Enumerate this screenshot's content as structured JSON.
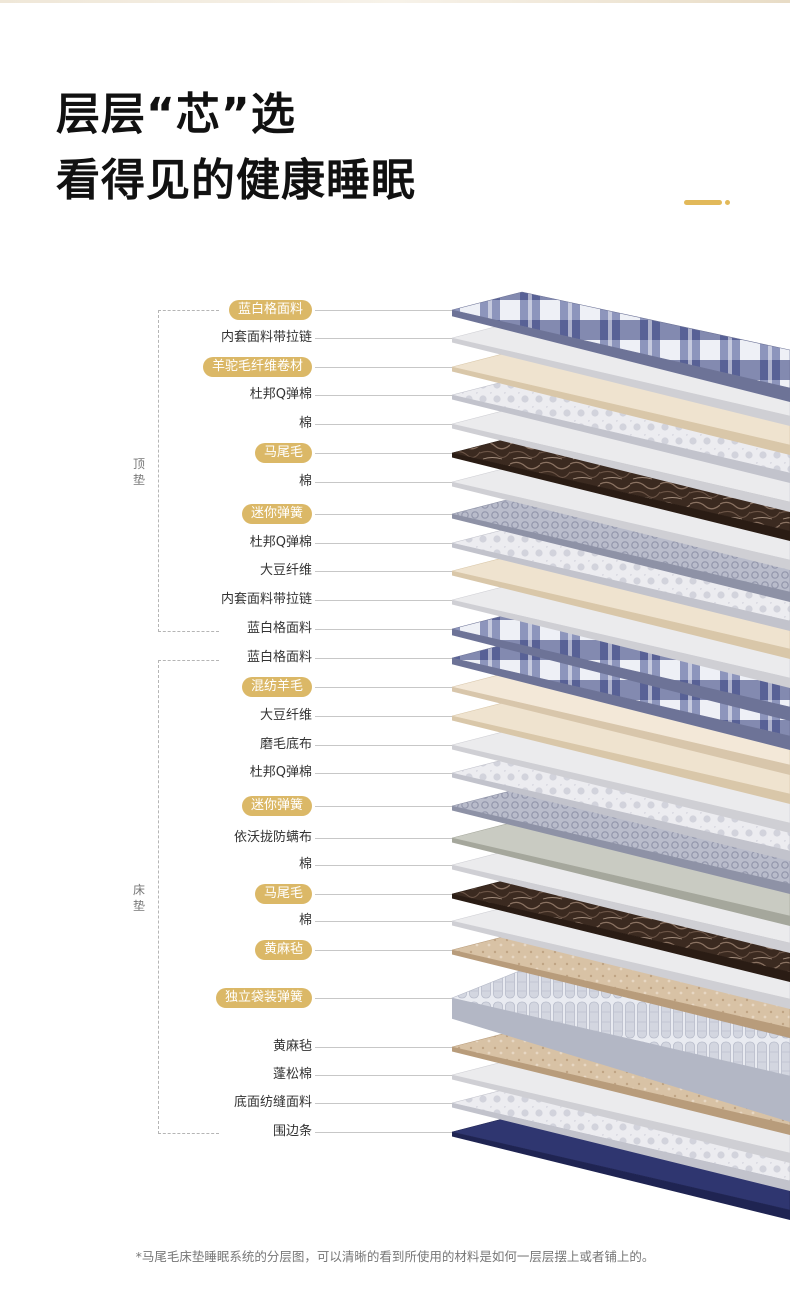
{
  "headline": {
    "line1": "层层“芯”选",
    "line2": "看得见的健康睡眠"
  },
  "accent_color": "#e2b95a",
  "label_highlight_color": "#dbb867",
  "groups": {
    "topper": {
      "label": "顶垫"
    },
    "mattress": {
      "label": "床垫"
    }
  },
  "layers": [
    {
      "label": "蓝白格面料",
      "highlight": true,
      "material": "plaid"
    },
    {
      "label": "内套面料带拉链",
      "highlight": false,
      "material": "white"
    },
    {
      "label": "羊驼毛纤维卷材",
      "highlight": true,
      "material": "cream"
    },
    {
      "label": "杜邦Q弹棉",
      "highlight": false,
      "material": "quilt"
    },
    {
      "label": "棉",
      "highlight": false,
      "material": "white"
    },
    {
      "label": "马尾毛",
      "highlight": true,
      "material": "horsehair"
    },
    {
      "label": "棉",
      "highlight": false,
      "material": "white"
    },
    {
      "label": "迷你弹簧",
      "highlight": true,
      "material": "spring"
    },
    {
      "label": "杜邦Q弹棉",
      "highlight": false,
      "material": "quilt"
    },
    {
      "label": "大豆纤维",
      "highlight": false,
      "material": "cream"
    },
    {
      "label": "内套面料带拉链",
      "highlight": false,
      "material": "white"
    },
    {
      "label": "蓝白格面料",
      "highlight": false,
      "material": "plaid"
    },
    {
      "label": "蓝白格面料",
      "highlight": false,
      "material": "plaid"
    },
    {
      "label": "混纺羊毛",
      "highlight": true,
      "material": "wool"
    },
    {
      "label": "大豆纤维",
      "highlight": false,
      "material": "cream"
    },
    {
      "label": "磨毛底布",
      "highlight": false,
      "material": "white"
    },
    {
      "label": "杜邦Q弹棉",
      "highlight": false,
      "material": "quilt"
    },
    {
      "label": "迷你弹簧",
      "highlight": true,
      "material": "spring"
    },
    {
      "label": "依沃拢防螨布",
      "highlight": false,
      "material": "gray"
    },
    {
      "label": "棉",
      "highlight": false,
      "material": "white"
    },
    {
      "label": "马尾毛",
      "highlight": true,
      "material": "horsehair"
    },
    {
      "label": "棉",
      "highlight": false,
      "material": "white"
    },
    {
      "label": "黄麻毡",
      "highlight": true,
      "material": "jute"
    },
    {
      "label": "独立袋装弹簧",
      "highlight": true,
      "material": "pocket"
    },
    {
      "label": "黄麻毡",
      "highlight": false,
      "material": "jute"
    },
    {
      "label": "蓬松棉",
      "highlight": false,
      "material": "white"
    },
    {
      "label": "底面纺缝面料",
      "highlight": false,
      "material": "quilt"
    },
    {
      "label": "围边条",
      "highlight": false,
      "material": "navy"
    }
  ],
  "footnote": "*马尾毛床垫睡眠系统的分层图，可以清晰的看到所使用的材料是如何一层层摆上或者铺上的。"
}
